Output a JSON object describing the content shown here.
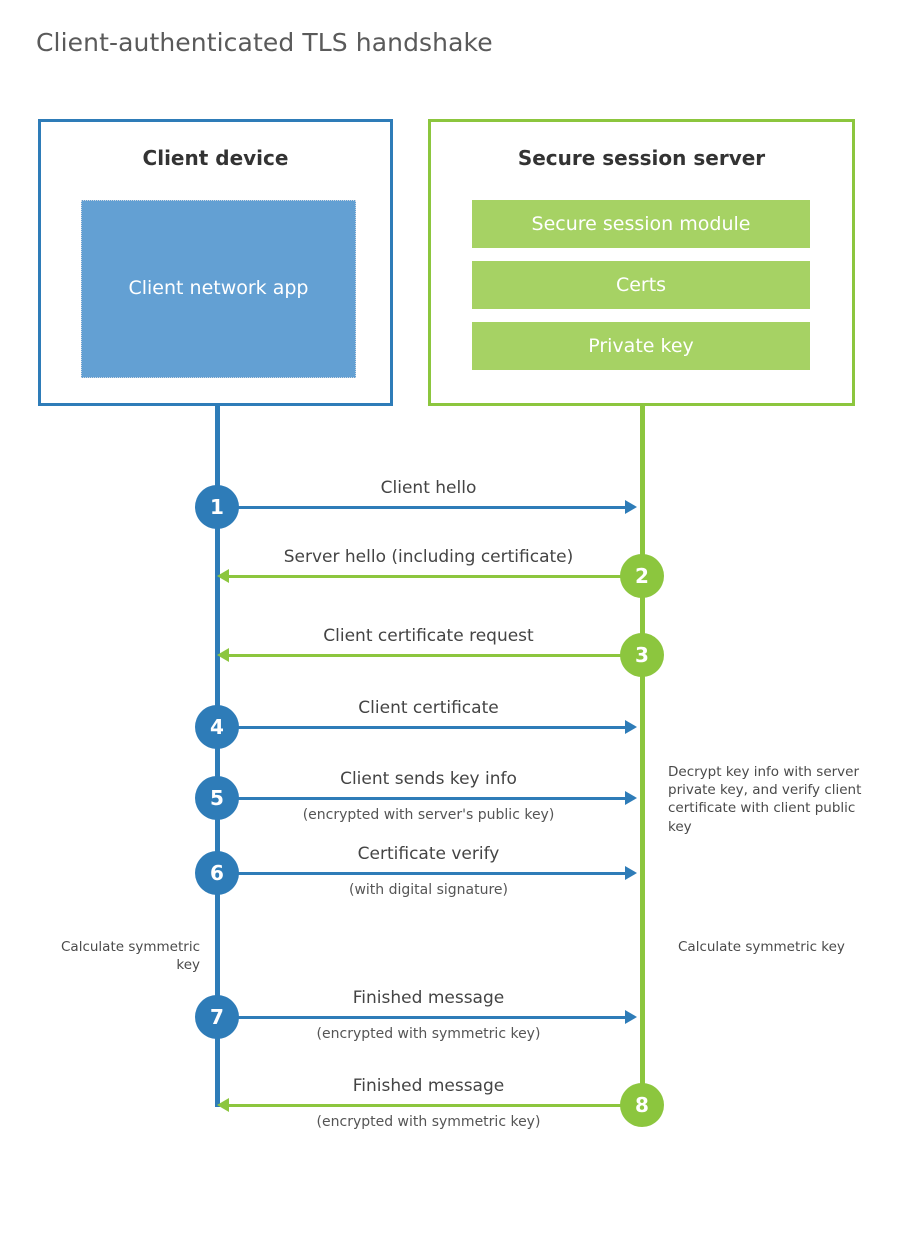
{
  "title": "Client-authenticated TLS handshake",
  "parties": {
    "client": {
      "title": "Client device",
      "app_label": "Client network app"
    },
    "server": {
      "title": "Secure session server",
      "blocks": [
        "Secure session module",
        "Certs",
        "Private key"
      ]
    }
  },
  "messages": [
    {
      "step": "1",
      "label": "Client hello",
      "sublabel": "",
      "direction": "client-to-server"
    },
    {
      "step": "2",
      "label": "Server hello (including certificate)",
      "sublabel": "",
      "direction": "server-to-client"
    },
    {
      "step": "3",
      "label": "Client certificate request",
      "sublabel": "",
      "direction": "server-to-client"
    },
    {
      "step": "4",
      "label": "Client certificate",
      "sublabel": "",
      "direction": "client-to-server"
    },
    {
      "step": "5",
      "label": "Client sends key info",
      "sublabel": "(encrypted with server's public key)",
      "direction": "client-to-server"
    },
    {
      "step": "6",
      "label": "Certificate verify",
      "sublabel": "(with digital signature)",
      "direction": "client-to-server"
    },
    {
      "step": "7",
      "label": "Finished message",
      "sublabel": "(encrypted with symmetric key)",
      "direction": "client-to-server"
    },
    {
      "step": "8",
      "label": "Finished message",
      "sublabel": "(encrypted with symmetric key)",
      "direction": "server-to-client"
    }
  ],
  "annotations": {
    "server_decrypt": "Decrypt key info with server private key, and verify client certificate with client public key",
    "client_calculate": "Calculate symmetric key",
    "server_calculate": "Calculate symmetric key"
  },
  "colors": {
    "client_blue": "#2E7CB8",
    "client_app_fill": "#63A0D3",
    "server_green": "#8CC63E",
    "server_block_fill": "#A6D264",
    "title_gray": "#5A5A5A",
    "text_dark": "#333333"
  }
}
